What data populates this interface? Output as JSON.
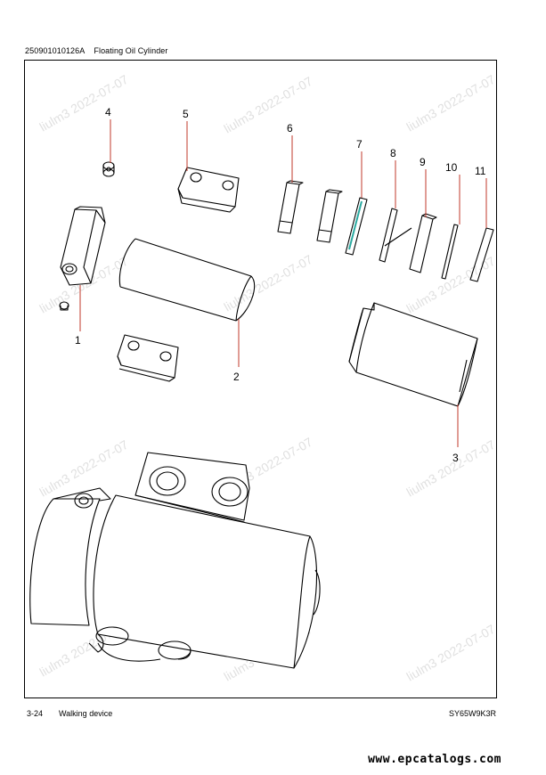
{
  "header": {
    "part_number": "250901010126A",
    "title": "Floating Oil Cylinder"
  },
  "callouts": [
    "1",
    "2",
    "3",
    "4",
    "5",
    "6",
    "7",
    "8",
    "9",
    "10",
    "11"
  ],
  "watermark": "liulm3 2022-07-07",
  "footer": {
    "page": "3-24",
    "section": "Walking device",
    "model": "SY65W9K3R"
  },
  "site": "www.epcatalogs.com",
  "colors": {
    "leader": "#c0392b",
    "seal": "#2aa9a0",
    "line": "#000000"
  }
}
